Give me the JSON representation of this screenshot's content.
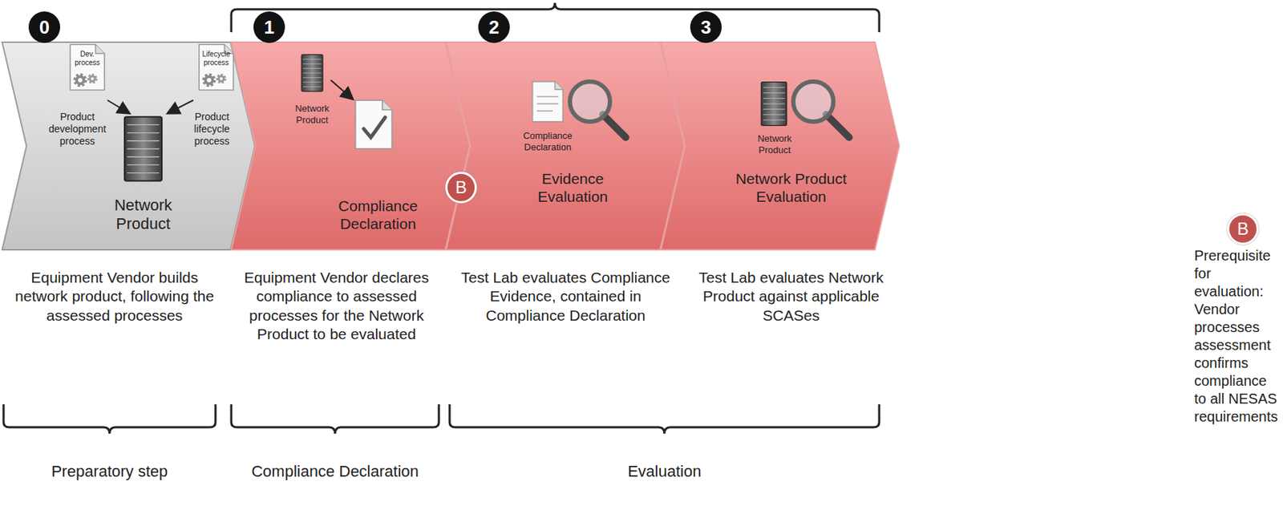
{
  "diagram": {
    "nodes": [
      {
        "text": [
          "0",
          "Dev. process",
          "Lifecycle process",
          "Product development process",
          "Product lifecycle process",
          "Network Product"
        ]
      },
      {
        "text": [
          "1",
          "Network Product",
          "Compliance Declaration"
        ]
      },
      {
        "text": [
          "2",
          "Compliance Declaration",
          "Evidence Evaluation"
        ]
      },
      {
        "text": [
          "3",
          "Network Product",
          "Network Product Evaluation"
        ]
      },
      {
        "text": [
          "B"
        ]
      },
      {
        "text": [
          "B"
        ]
      }
    ],
    "labels": [
      "Equipment Vendor builds network product, following the assessed processes",
      "Equipment Vendor declares compliance to assessed processes for the Network Product to be evaluated",
      "Test Lab evaluates Compliance Evidence, contained in Compliance Declaration",
      "Test Lab evaluates Network Product against applicable SCASes",
      "Preparatory step",
      "Compliance Declaration",
      "Evaluation",
      "Prerequisite for evaluation: Vendor processes assessment confirms compliance to all NESAS requirements"
    ]
  }
}
